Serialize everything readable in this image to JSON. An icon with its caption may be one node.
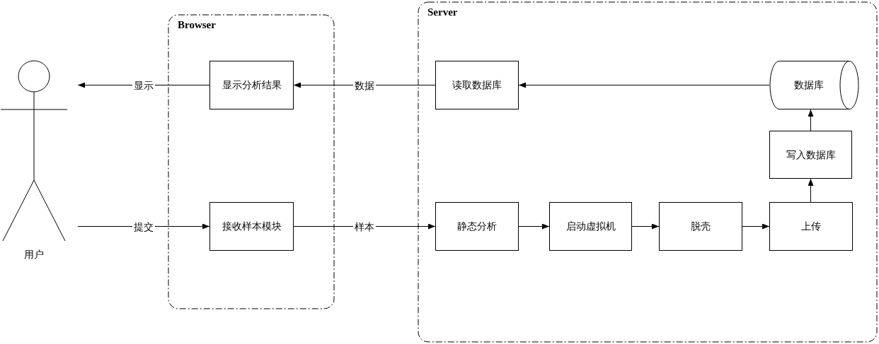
{
  "diagram": {
    "nodes": [
      {
        "text": [
          "Browser"
        ]
      },
      {
        "text": [
          "Server"
        ]
      },
      {
        "text": [
          "用户"
        ]
      },
      {
        "text": [
          "显示分析结果"
        ],
        "in": 0
      },
      {
        "text": [
          "接收样本模块"
        ],
        "in": 0
      },
      {
        "text": [
          "读取数据库"
        ],
        "in": 1
      },
      {
        "text": [
          "数据库"
        ],
        "in": 1
      },
      {
        "text": [
          "写入数据库"
        ],
        "in": 1
      },
      {
        "text": [
          "静态分析"
        ],
        "in": 1
      },
      {
        "text": [
          "启动虚拟机"
        ],
        "in": 1
      },
      {
        "text": [
          "脱壳"
        ],
        "in": 1
      },
      {
        "text": [
          "上传"
        ],
        "in": 1
      }
    ],
    "edges": [
      {
        "from": 3,
        "to": 2,
        "arrow": "to",
        "label": "显示"
      },
      {
        "from": 2,
        "to": 4,
        "arrow": "to",
        "label": "提交"
      },
      {
        "from": 5,
        "to": 3,
        "arrow": "to",
        "label": "数据"
      },
      {
        "from": 4,
        "to": 8,
        "arrow": "to",
        "label": "样本"
      },
      {
        "from": 6,
        "to": 5,
        "arrow": "to"
      },
      {
        "from": 8,
        "to": 9,
        "arrow": "to"
      },
      {
        "from": 9,
        "to": 10,
        "arrow": "to"
      },
      {
        "from": 10,
        "to": 11,
        "arrow": "to"
      },
      {
        "from": 11,
        "to": 7,
        "arrow": "to"
      },
      {
        "from": 7,
        "to": 6,
        "arrow": "to"
      }
    ]
  }
}
